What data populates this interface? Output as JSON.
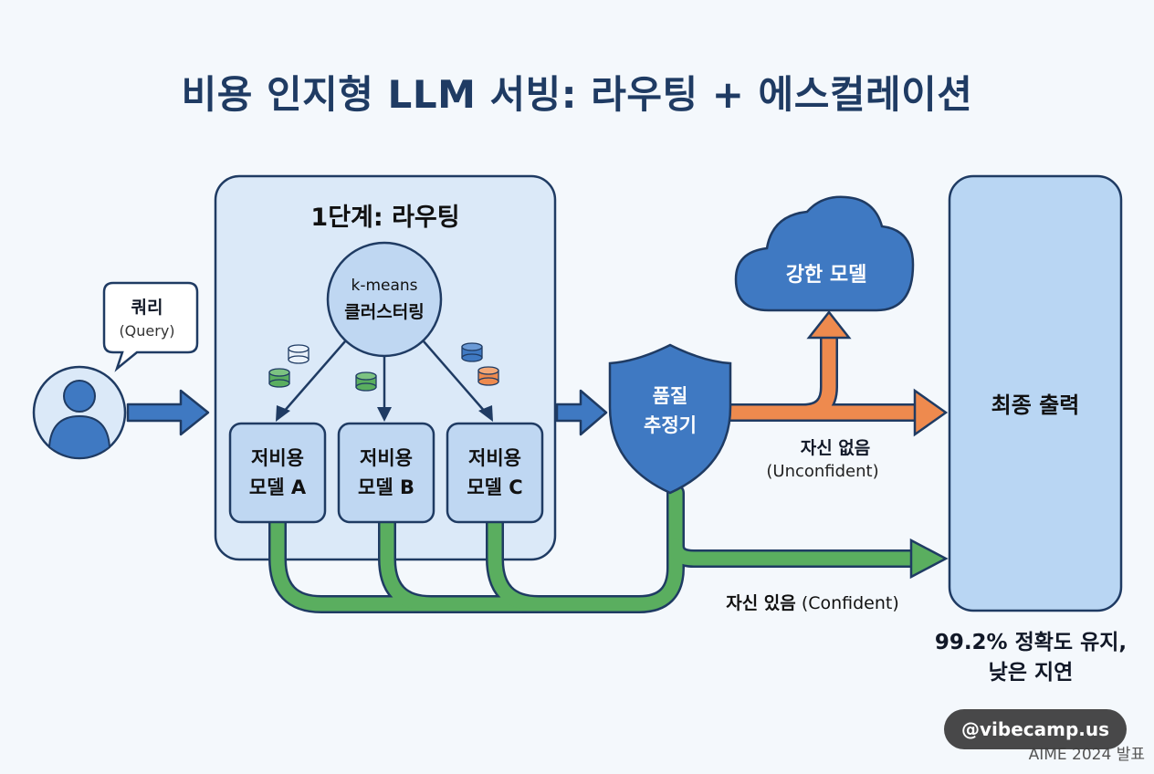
{
  "title": "비용 인지형 LLM 서빙: 라우팅 + 에스컬레이션",
  "stage1": {
    "title": "1단계: 라우팅",
    "cluster_line1": "k-means",
    "cluster_line2": "클러스터링",
    "models": [
      {
        "line1": "저비용",
        "line2": "모델 A"
      },
      {
        "line1": "저비용",
        "line2": "모델 B"
      },
      {
        "line1": "저비용",
        "line2": "모델 C"
      }
    ]
  },
  "query": {
    "label": "쿼리",
    "sublabel": "(Query)"
  },
  "estimator": {
    "line1": "품질",
    "line2": "추정기"
  },
  "strong_model": {
    "label": "강한 모델"
  },
  "final_output": {
    "label": "최종 출력"
  },
  "paths": {
    "unconfident_ko": "자신 없음",
    "unconfident_en": "(Unconfident)",
    "confident_ko": "자신 있음",
    "confident_en": "(Confident)"
  },
  "result": {
    "line1": "99.2% 정확도 유지,",
    "line2": "낮은 지연"
  },
  "watermark": "@vibecamp.us",
  "footnote": "AIME 2024 발표",
  "colors": {
    "navy": "#1f3b63",
    "blue": "#3f79c2",
    "light_panel": "#dbe9f8",
    "green": "#5aae5f",
    "orange": "#ee8a4e"
  }
}
